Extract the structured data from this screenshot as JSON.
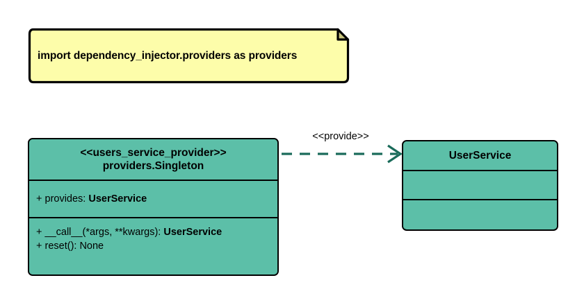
{
  "diagram": {
    "type": "uml-class-diagram",
    "background": "#ffffff",
    "note": {
      "text": "import dependency_injector.providers as providers",
      "fill": "#fdfdaa",
      "fold_fill": "#c8c47e",
      "stroke": "#000000"
    },
    "classes": [
      {
        "id": "provider",
        "stereotype": "<<users_service_provider>>",
        "name": "providers.Singleton",
        "fill": "#5cbfa8",
        "stroke": "#000000",
        "attributes": [
          {
            "visibility": "+",
            "label": "provides: ",
            "type": "UserService"
          }
        ],
        "methods": [
          {
            "visibility": "+",
            "label": "__call__(*args, **kwargs): ",
            "type": "UserService"
          },
          {
            "visibility": "+",
            "label": "reset(): None",
            "type": ""
          }
        ]
      },
      {
        "id": "service",
        "stereotype": "",
        "name": "UserService",
        "fill": "#5cbfa8",
        "stroke": "#000000",
        "attributes": [],
        "methods": []
      }
    ],
    "relationships": [
      {
        "id": "provide-dependency",
        "from": "provider",
        "to": "service",
        "label": "<<provide>>",
        "style": "dashed",
        "arrow": "open",
        "color": "#1a6b5a"
      }
    ]
  }
}
